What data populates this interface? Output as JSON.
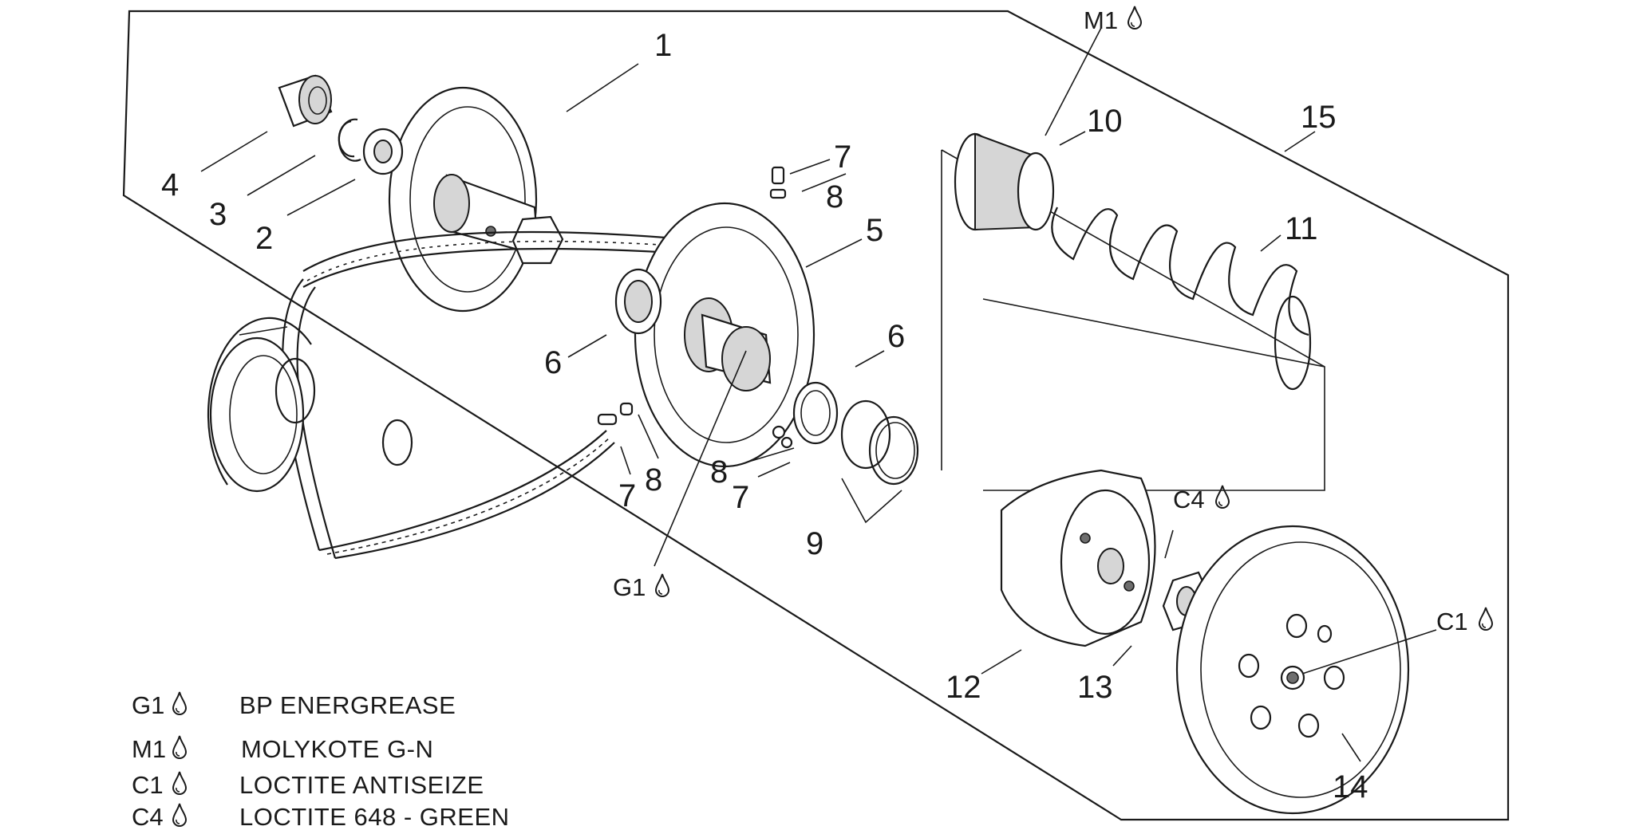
{
  "callouts": [
    "1",
    "2",
    "3",
    "4",
    "5",
    "6",
    "6",
    "7",
    "7",
    "7",
    "8",
    "8",
    "8",
    "9",
    "10",
    "11",
    "12",
    "13",
    "14",
    "15"
  ],
  "lubricant_markers": [
    "M1",
    "G1",
    "C4",
    "C1"
  ],
  "legend": [
    {
      "code": "G1",
      "name": "BP ENERGREASE"
    },
    {
      "code": "M1",
      "name": "MOLYKOTE G-N"
    },
    {
      "code": "C1",
      "name": "LOCTITE ANTISEIZE"
    },
    {
      "code": "C4",
      "name": "LOCTITE 648 - GREEN"
    }
  ],
  "icons": [
    "drop-icon"
  ]
}
